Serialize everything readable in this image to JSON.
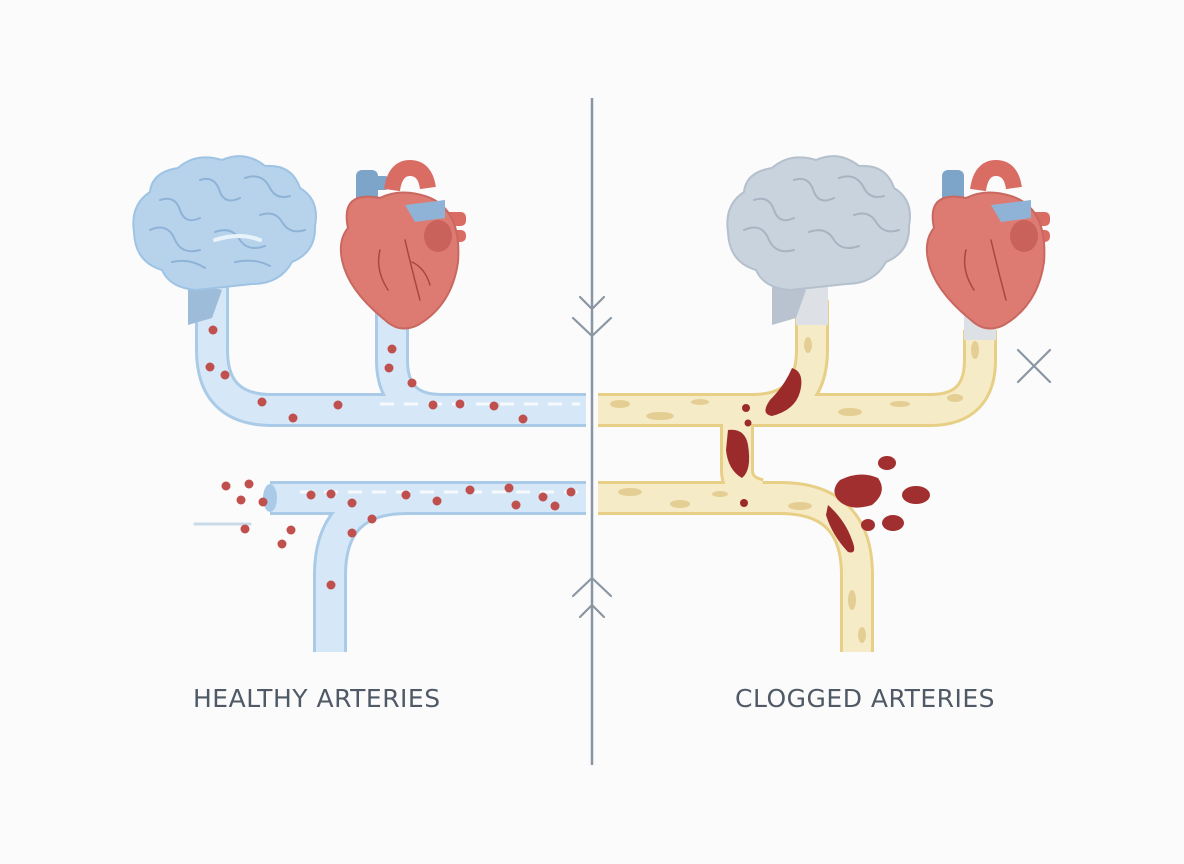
{
  "labels": {
    "left": "HEALTHY ARTERIES",
    "right": "CLOGGED ARTERIES"
  },
  "colors": {
    "background": "#fbfbfb",
    "healthy_vessel": "#d6e8f7",
    "healthy_vessel_edge": "#a9cbe8",
    "clogged_vessel": "#f6ebc7",
    "clogged_vessel_edge": "#e8cf86",
    "plaque": "#e6d09a",
    "blood_cell": "#c0504d",
    "clot": "#9b2a2a",
    "divider": "#8a96a3",
    "brain_healthy": "#b7d3ec",
    "brain_clogged": "#c9d3de",
    "heart": "#dd7b72",
    "heart_vessel": "#8fb3d6",
    "text": "#4f5a66"
  },
  "icons": {
    "divider_arrows": "chevron-arrows",
    "blocked_marker": "x-mark"
  }
}
